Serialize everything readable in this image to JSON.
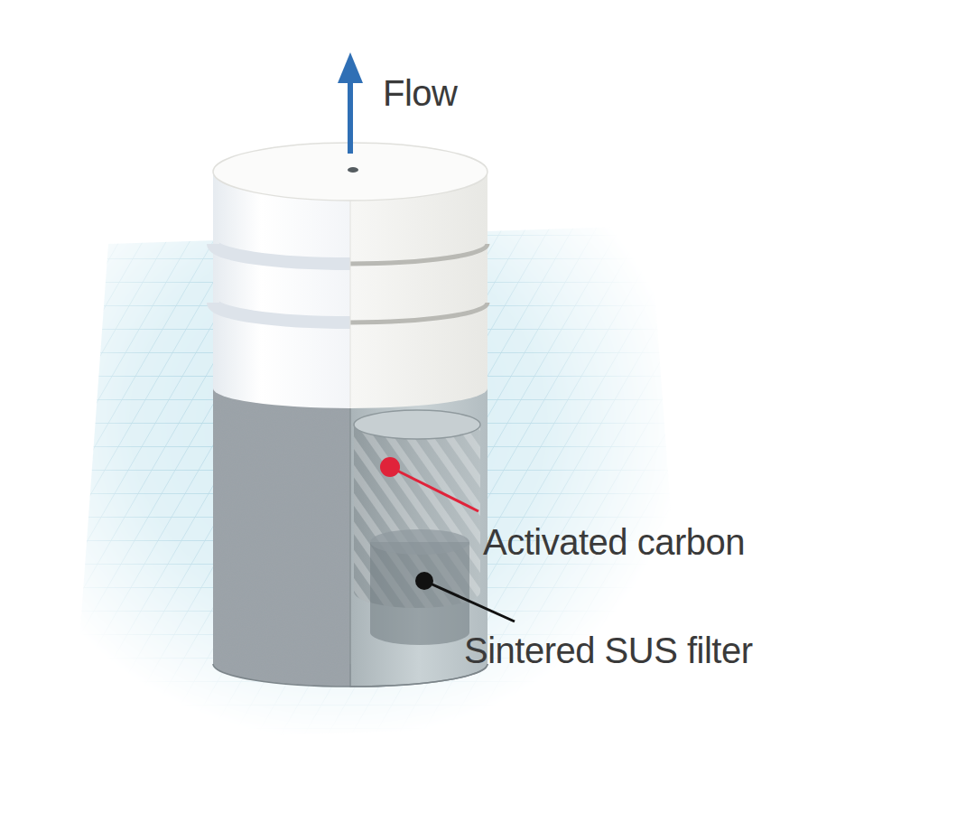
{
  "diagram": {
    "labels": [
      "Flow",
      "Activated carbon",
      "Sintered SUS filter"
    ]
  }
}
